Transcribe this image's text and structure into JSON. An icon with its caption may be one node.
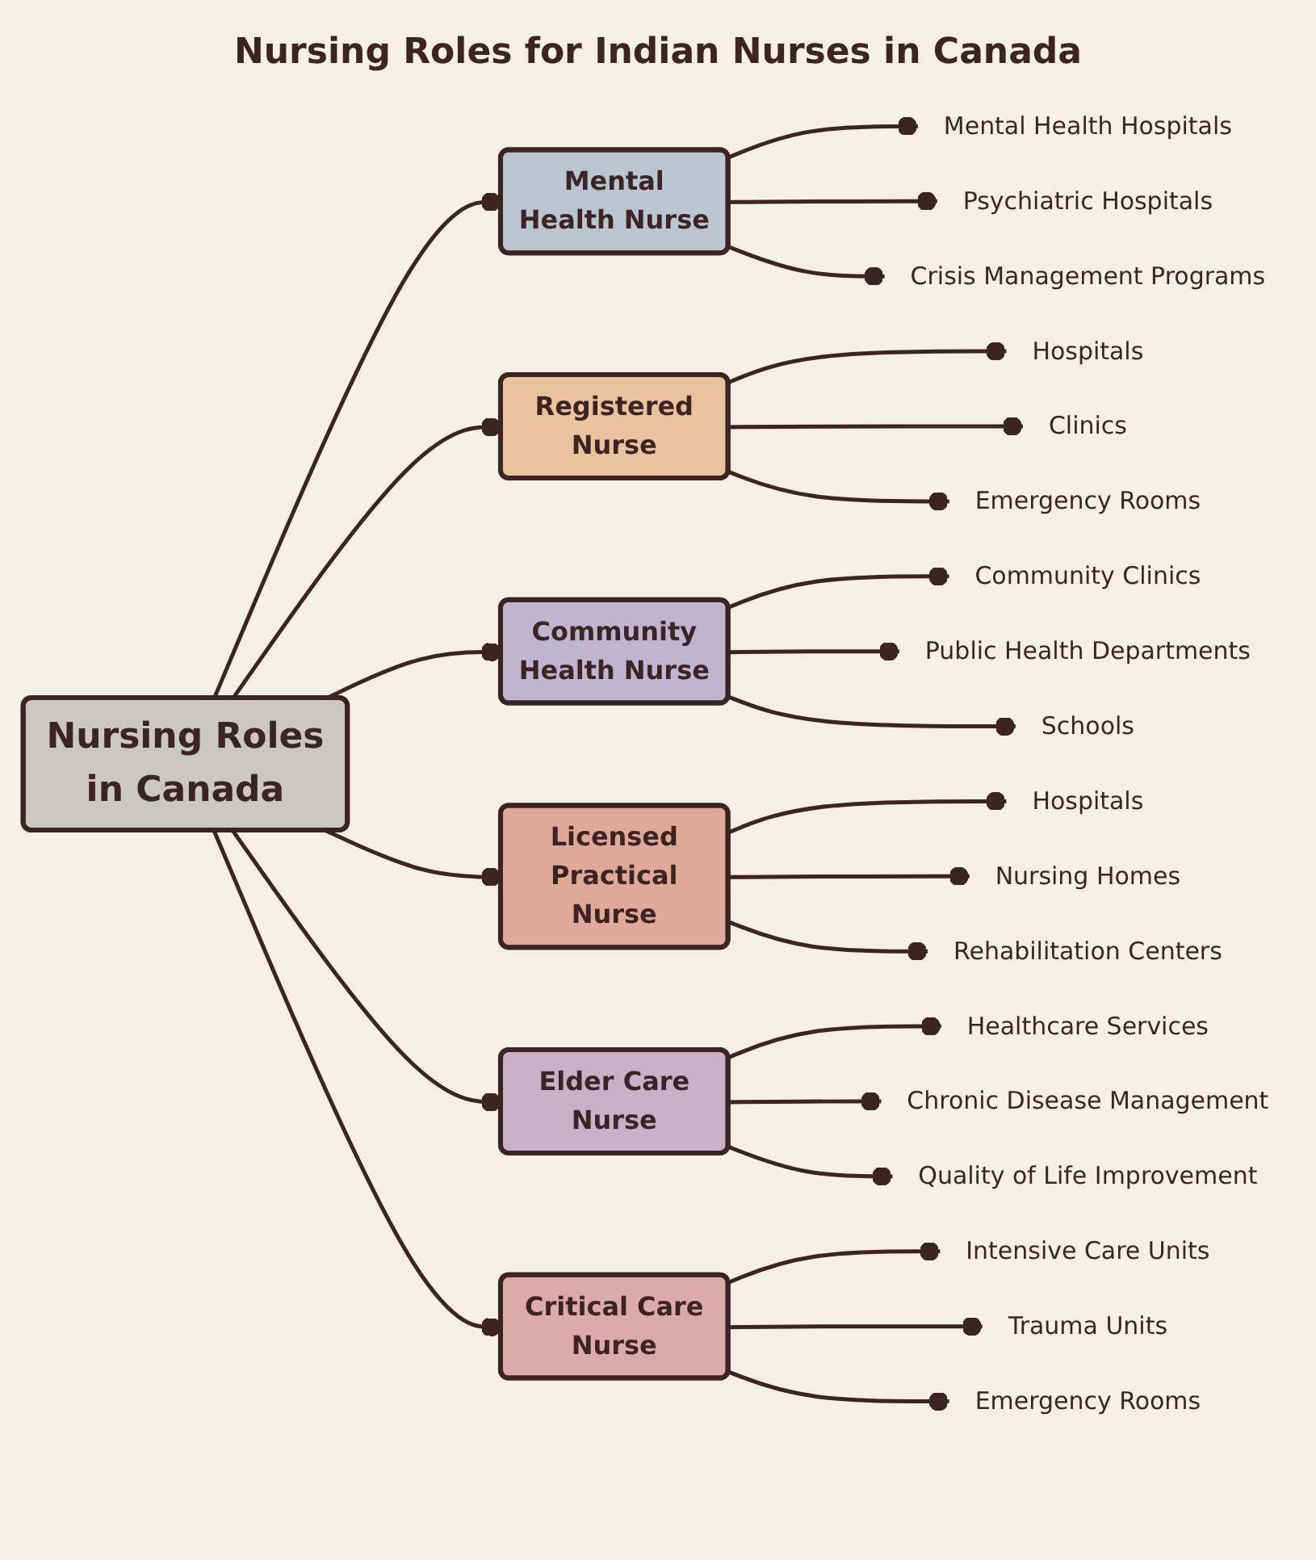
{
  "diagram": {
    "title": "Nursing Roles for Indian Nurses in Canada",
    "nodes": [
      {
        "text": [
          "Nursing Roles in Canada"
        ]
      },
      {
        "text": [
          "Mental Health Nurse"
        ]
      },
      {
        "text": [
          "Mental Health Hospitals"
        ]
      },
      {
        "text": [
          "Psychiatric Hospitals"
        ]
      },
      {
        "text": [
          "Crisis Management Programs"
        ]
      },
      {
        "text": [
          "Registered Nurse"
        ]
      },
      {
        "text": [
          "Hospitals"
        ]
      },
      {
        "text": [
          "Clinics"
        ]
      },
      {
        "text": [
          "Emergency Rooms"
        ]
      },
      {
        "text": [
          "Community Health Nurse"
        ]
      },
      {
        "text": [
          "Community Clinics"
        ]
      },
      {
        "text": [
          "Public Health Departments"
        ]
      },
      {
        "text": [
          "Schools"
        ]
      },
      {
        "text": [
          "Licensed Practical Nurse"
        ]
      },
      {
        "text": [
          "Hospitals"
        ]
      },
      {
        "text": [
          "Nursing Homes"
        ]
      },
      {
        "text": [
          "Rehabilitation Centers"
        ]
      },
      {
        "text": [
          "Elder Care Nurse"
        ]
      },
      {
        "text": [
          "Healthcare Services"
        ]
      },
      {
        "text": [
          "Chronic Disease Management"
        ]
      },
      {
        "text": [
          "Quality of Life Improvement"
        ]
      },
      {
        "text": [
          "Critical Care Nurse"
        ]
      },
      {
        "text": [
          "Intensive Care Units"
        ]
      },
      {
        "text": [
          "Trauma Units"
        ]
      },
      {
        "text": [
          "Emergency Rooms"
        ]
      }
    ],
    "edges": [
      {
        "from": 0,
        "to": 1,
        "arrow": "other"
      },
      {
        "from": 1,
        "to": 2,
        "arrow": "other"
      },
      {
        "from": 1,
        "to": 3,
        "arrow": "other"
      },
      {
        "from": 1,
        "to": 4,
        "arrow": "other"
      },
      {
        "from": 0,
        "to": 5,
        "arrow": "other"
      },
      {
        "from": 5,
        "to": 6,
        "arrow": "other"
      },
      {
        "from": 5,
        "to": 7,
        "arrow": "other"
      },
      {
        "from": 5,
        "to": 8,
        "arrow": "other"
      },
      {
        "from": 0,
        "to": 9,
        "arrow": "other"
      },
      {
        "from": 9,
        "to": 10,
        "arrow": "other"
      },
      {
        "from": 9,
        "to": 11,
        "arrow": "other"
      },
      {
        "from": 9,
        "to": 12,
        "arrow": "other"
      },
      {
        "from": 0,
        "to": 13,
        "arrow": "other"
      },
      {
        "from": 13,
        "to": 14,
        "arrow": "other"
      },
      {
        "from": 13,
        "to": 15,
        "arrow": "other"
      },
      {
        "from": 13,
        "to": 16,
        "arrow": "other"
      },
      {
        "from": 0,
        "to": 17,
        "arrow": "other"
      },
      {
        "from": 17,
        "to": 18,
        "arrow": "other"
      },
      {
        "from": 17,
        "to": 19,
        "arrow": "other"
      },
      {
        "from": 17,
        "to": 20,
        "arrow": "other"
      },
      {
        "from": 0,
        "to": 21,
        "arrow": "other"
      },
      {
        "from": 21,
        "to": 22,
        "arrow": "other"
      },
      {
        "from": 21,
        "to": 23,
        "arrow": "other"
      },
      {
        "from": 21,
        "to": 24,
        "arrow": "other"
      }
    ]
  }
}
